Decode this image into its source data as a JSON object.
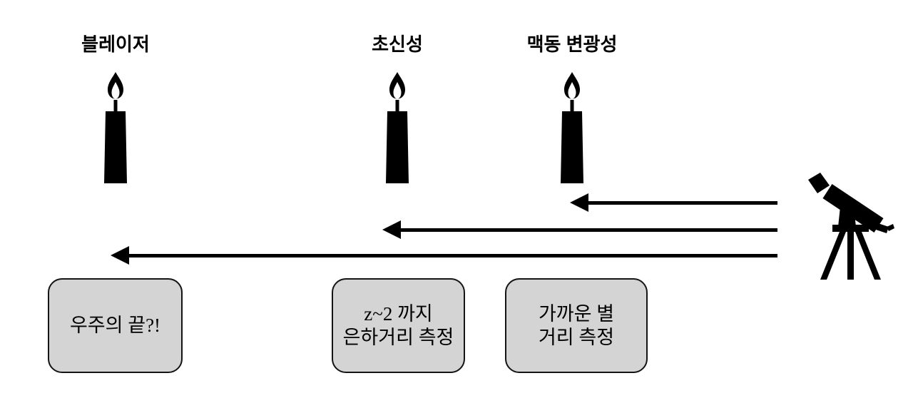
{
  "diagram": {
    "title": "standard-candles-distance-ladder",
    "standard_candles": [
      {
        "label": "블레이저",
        "icon": "candle-icon"
      },
      {
        "label": "초신성",
        "icon": "candle-icon"
      },
      {
        "label": "맥동 변광성",
        "icon": "candle-icon"
      }
    ],
    "observer": {
      "icon": "telescope-icon"
    },
    "arrows": [
      {
        "name": "arrow-to-pulsating-variable",
        "direction": "left",
        "length": "short"
      },
      {
        "name": "arrow-to-supernova",
        "direction": "left",
        "length": "medium"
      },
      {
        "name": "arrow-to-blazar",
        "direction": "left",
        "length": "long"
      }
    ],
    "annotations": [
      {
        "lines": [
          "우주의 끝?!"
        ]
      },
      {
        "lines": [
          "z~2 까지",
          "은하거리 측정"
        ]
      },
      {
        "lines": [
          "가까운 별",
          "거리 측정"
        ]
      }
    ]
  },
  "colors": {
    "ink": "#000000",
    "box_fill": "#d4d4d4",
    "box_border": "#141414",
    "background": "#ffffff"
  }
}
